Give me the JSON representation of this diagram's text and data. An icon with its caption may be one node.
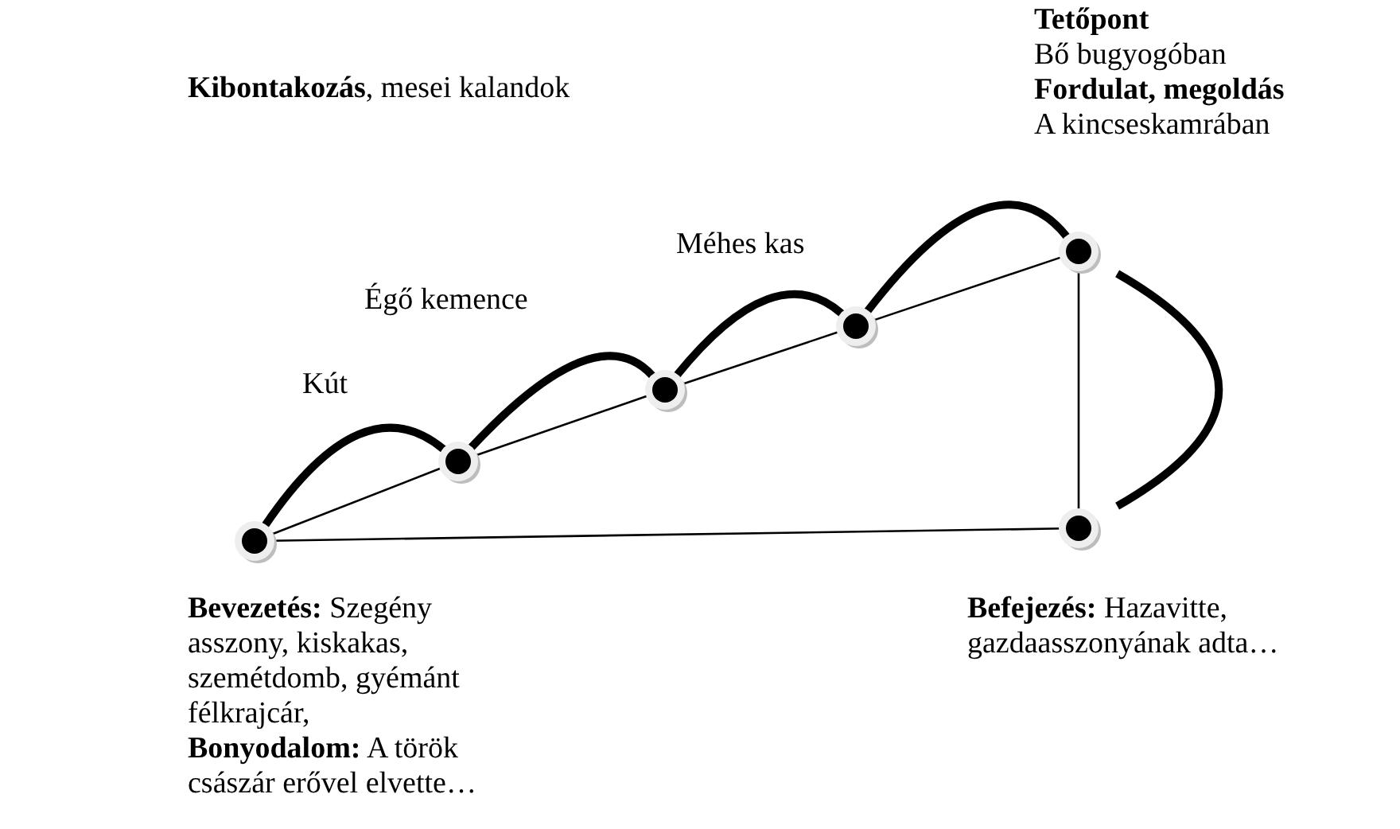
{
  "diagram": {
    "nodes": [
      {
        "text": [],
        "shape": "circle",
        "beside": [
          "**Bevezetés:** Szegény asszony, kiskakas, szemétdomb, gyémánt félkrajcár,",
          "**Bonyodalom:** A török császár erővel elvette…"
        ]
      },
      {
        "text": [],
        "shape": "circle"
      },
      {
        "text": [],
        "shape": "circle"
      },
      {
        "text": [],
        "shape": "circle"
      },
      {
        "text": [],
        "shape": "circle",
        "beside": [
          "Tetőpont",
          "Bő bugyogóban",
          "Fordulat, megoldás",
          "A kincseskamrában"
        ]
      },
      {
        "text": [],
        "shape": "circle",
        "beside": [
          "**Befejezés:** Hazavitte, gazdaasszonyának adta…"
        ]
      }
    ],
    "edges": [
      {
        "from": 0,
        "to": 1,
        "arrow": "none"
      },
      {
        "from": 1,
        "to": 2,
        "arrow": "none"
      },
      {
        "from": 2,
        "to": 3,
        "arrow": "none"
      },
      {
        "from": 3,
        "to": 4,
        "arrow": "none"
      },
      {
        "from": 4,
        "to": 5,
        "arrow": "none"
      },
      {
        "from": 0,
        "to": 5,
        "arrow": "none"
      },
      {
        "from": 0,
        "to": 1,
        "arrow": "none",
        "style": "thick",
        "label": "Kút"
      },
      {
        "from": 1,
        "to": 2,
        "arrow": "none",
        "style": "thick",
        "label": "Égő kemence"
      },
      {
        "from": 2,
        "to": 3,
        "arrow": "none",
        "style": "thick",
        "label": "Méhes kas"
      },
      {
        "from": 3,
        "to": 4,
        "arrow": "none",
        "style": "thick"
      },
      {
        "from": 4,
        "to": 5,
        "arrow": "none",
        "style": "thick"
      }
    ],
    "labels": [
      "**Kibontakozás**, mesei kalandok"
    ]
  }
}
